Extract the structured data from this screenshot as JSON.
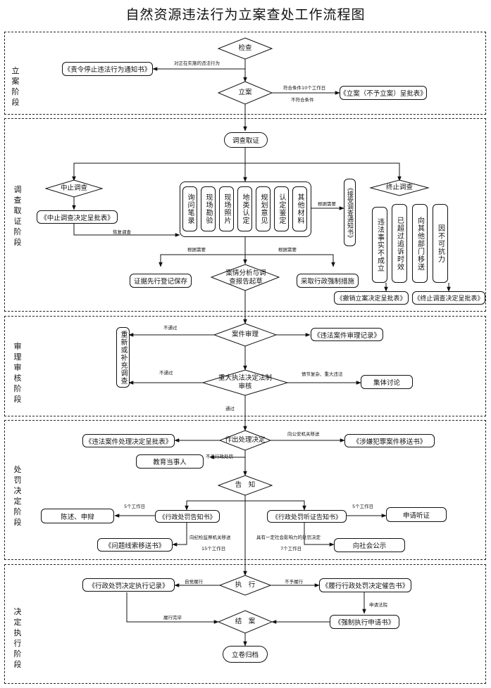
{
  "title": "自然资源违法行为立案查处工作流程图",
  "stages": [
    "立案阶段",
    "调查取证阶段",
    "审理审核阶段",
    "处罚决定阶段",
    "决定执行阶段"
  ],
  "nodes": {
    "jiancha": "检查",
    "zeling": "《责令停止违法行为通知书》",
    "lian": "立案",
    "lian_cpb": "《立案（不予立案）呈批表》",
    "diaocha": "调查取证",
    "zhongzhi": "中止调查",
    "zhongzhi_cpb": "《中止调查决定呈批表》",
    "evidence": [
      "询问笔录",
      "现场勘验",
      "现场照片",
      "地类认定",
      "规划意见",
      "认定鉴定",
      "其他材料"
    ],
    "xietiao": "《接受调查通知书》",
    "zhongzhi2": "终止调查",
    "reasons": [
      "违法事实不成立",
      "已超过追诉时效",
      "向其他部门移送",
      "因不可抗力"
    ],
    "chexiao": "《撤销立案决定呈批表》",
    "zhongzhi_dec": "《终止调查决定呈批表》",
    "baogao": "案情分析与调查报告起草",
    "zhengju": "证据先行登记保存",
    "qiangzhi": "采取行政强制措施",
    "buchong": "重新或补充调查",
    "shenli": "案件审理",
    "shenli_jl": "《违法案件审理记录》",
    "fazhi": "重大执法决定法制审核",
    "jiti": "集体讨论",
    "zuochu": "作出处理决定",
    "chuli_cpb": "《违法案件处理决定呈批表》",
    "yisong_fz": "《涉嫌犯罪案件移送书》",
    "jiaoyu": "教育当事人",
    "gaozhi": "告　知",
    "chufa_gz": "《行政处罚告知书》",
    "tingzheng_gz": "《行政处罚听证告知书》",
    "chenshu": "陈述、申辩",
    "shenqing_tz": "申请听证",
    "wenti": "《问题线索移送书》",
    "gongshi": "向社会公示",
    "zhixing": "执　行",
    "zhixing_jl": "《行政处罚决定执行记录》",
    "cuigao": "《履行行政处罚决定催告书》",
    "qiangzhi_sq": "《强制执行申请书》",
    "jiean": "结　案",
    "guidang": "立卷归档"
  },
  "labels": {
    "l_stop": "对正在实施的违法行为",
    "l_yes10": "符合条件10个工作日",
    "l_no": "不符合条件",
    "l_resume": "恢复调查",
    "l_need1": "根据需要",
    "l_need2": "根据需要",
    "l_need3": "根据需要",
    "l_notpass1": "不通过",
    "l_notpass2": "不通过",
    "l_complex": "情节复杂、重大违法",
    "l_pass": "通过",
    "l_gongan": "向公安机关移送",
    "l_nopunish": "不予行政处罚",
    "l_5d1": "5个工作日",
    "l_5d2": "5个工作日",
    "l_jijian": "向纪检监察机关移送",
    "l_15d": "15个工作日",
    "l_yixing": "具有一定社会影响力的处罚决定",
    "l_7d": "7个工作日",
    "l_zijue": "自觉履行",
    "l_bulvxing": "不予履行",
    "l_fayuan": "申请法院",
    "l_lvxing": "履行完毕"
  }
}
